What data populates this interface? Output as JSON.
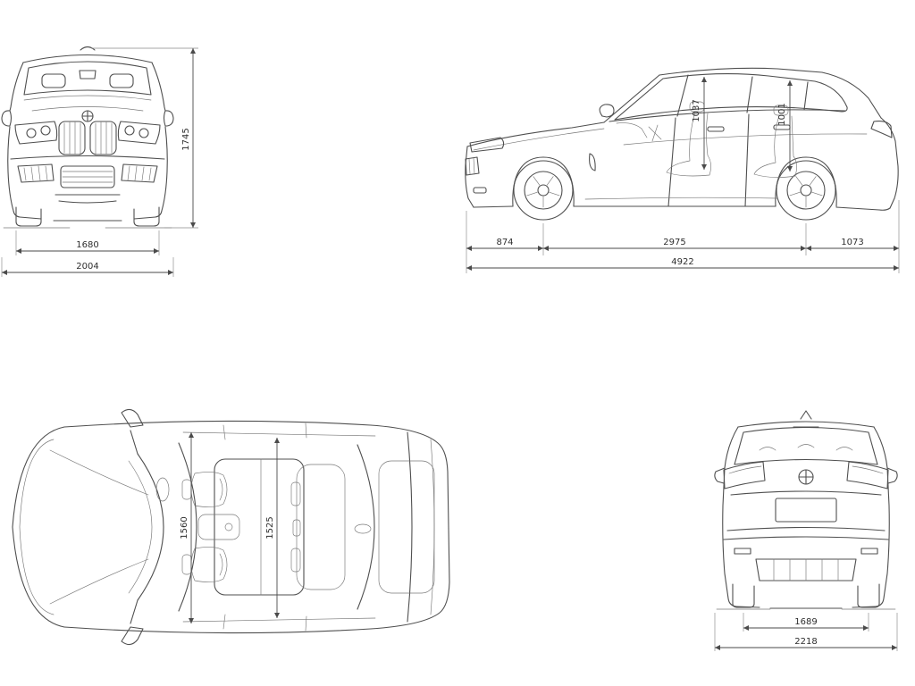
{
  "style": {
    "line_color": "#4f4f4f",
    "dimension_color": "#4a4a4a",
    "background": "#ffffff"
  },
  "views": {
    "front": {
      "dimensions": {
        "height": "1745",
        "track_width": "1680",
        "width_with_mirrors": "2004"
      }
    },
    "side": {
      "dimensions": {
        "front_headroom": "1037",
        "rear_headroom": "1001",
        "front_overhang": "874",
        "wheelbase": "2975",
        "rear_overhang": "1073",
        "overall_length": "4922"
      }
    },
    "top": {
      "dimensions": {
        "front_interior_width": "1560",
        "rear_interior_width": "1525"
      }
    },
    "rear": {
      "dimensions": {
        "rear_track": "1689",
        "overall_width": "2218"
      }
    }
  }
}
